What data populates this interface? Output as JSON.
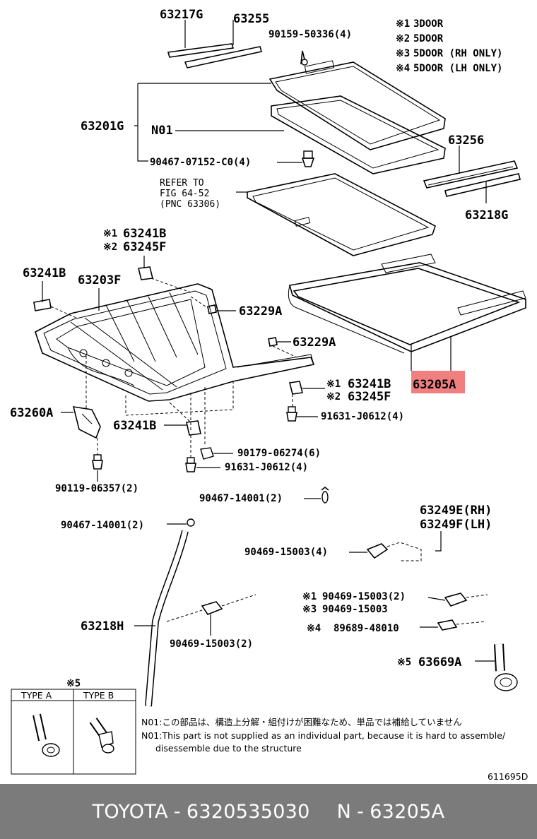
{
  "footer": {
    "brand": "TOYOTA",
    "sep1": "-",
    "part_number": "6320535030",
    "n_label": "N",
    "sep2": "-",
    "ref_code": "63205A"
  },
  "colors": {
    "highlight": "#f08080",
    "footer_bg": "#7b7b7b"
  },
  "legend": [
    {
      "mark": "※1",
      "text": "3DOOR"
    },
    {
      "mark": "※2",
      "text": "5DOOR"
    },
    {
      "mark": "※3",
      "text": "5DOOR (RH ONLY)"
    },
    {
      "mark": "※4",
      "text": "5DOOR (LH ONLY)"
    }
  ],
  "labels": {
    "p63217G": "63217G",
    "p63255": "63255",
    "p90159": "90159-50336(4)",
    "p63201G": "63201G",
    "n01": "N01",
    "p90467_07152": "90467-07152-C0(4)",
    "refer1": "REFER TO",
    "refer2": "FIG 64-52",
    "refer3": "(PNC 63306)",
    "p63256": "63256",
    "p63218G": "63218G",
    "m1_63241B": "※1",
    "t1_63241B": "63241B",
    "m2_63245F": "※2",
    "t2_63245F": "63245F",
    "p63241B_left": "63241B",
    "p63203F": "63203F",
    "p63229A_1": "63229A",
    "p63229A_2": "63229A",
    "p63205A": "63205A",
    "m1_b": "※1",
    "t1_b": "63241B",
    "m2_b": "※2",
    "t2_b": "63245F",
    "p91631_1": "91631-J0612(4)",
    "p63260A": "63260A",
    "p63241B_bottom": "63241B",
    "p90179": "90179-06274(6)",
    "p91631_2": "91631-J0612(4)",
    "p90119": "90119-06357(2)",
    "p90467_14001_a": "90467-14001(2)",
    "p90467_14001_b": "90467-14001(2)",
    "p63249E": "63249E(RH)",
    "p63249F": "63249F(LH)",
    "p90469_a": "90469-15003(4)",
    "m1_c": "※1",
    "p90469_b": "90469-15003(2)",
    "m3_c": "※3",
    "p90469_c": "90469-15003",
    "m4_c": "※4",
    "p89689": "89689-48010",
    "p63218H": "63218H",
    "p90469_d": "90469-15003(2)",
    "m5": "※5",
    "p63669A": "63669A",
    "m5_top": "※5",
    "type_a": "TYPE A",
    "type_b": "TYPE B",
    "note_jp": "N01:この部品は、構造上分解・組付けが困難なため、単品では補給していません",
    "note_en1": "N01:This part is not supplied as an individual part, because it is hard to assemble/",
    "note_en2": "disessemble due to the structure",
    "fig_no": "611695D"
  }
}
